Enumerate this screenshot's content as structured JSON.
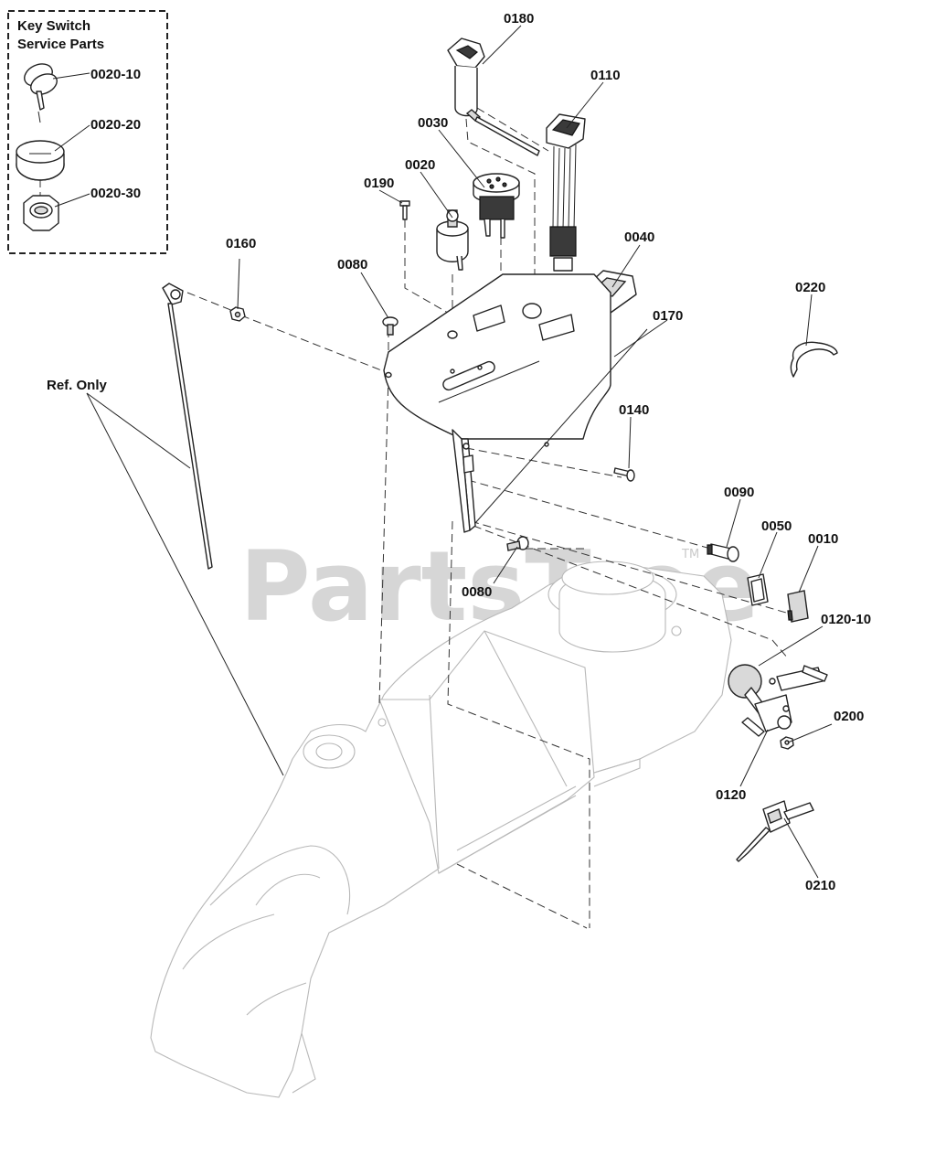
{
  "inset_box": {
    "title_line1": "Key Switch",
    "title_line2": "Service Parts"
  },
  "labels": {
    "p0020_10": "0020-10",
    "p0020_20": "0020-20",
    "p0020_30": "0020-30",
    "p0180": "0180",
    "p0110": "0110",
    "p0030": "0030",
    "p0020": "0020",
    "p0190": "0190",
    "p0160": "0160",
    "p0080_top": "0080",
    "p0040": "0040",
    "p0170": "0170",
    "p0220": "0220",
    "ref_only": "Ref. Only",
    "p0140": "0140",
    "p0090": "0090",
    "p0050": "0050",
    "p0010": "0010",
    "p0080_bottom": "0080",
    "p0120_10": "0120-10",
    "p0200": "0200",
    "p0120": "0120",
    "p0210": "0210"
  },
  "watermark": {
    "text": "PartsTree",
    "trademark": "TM"
  }
}
